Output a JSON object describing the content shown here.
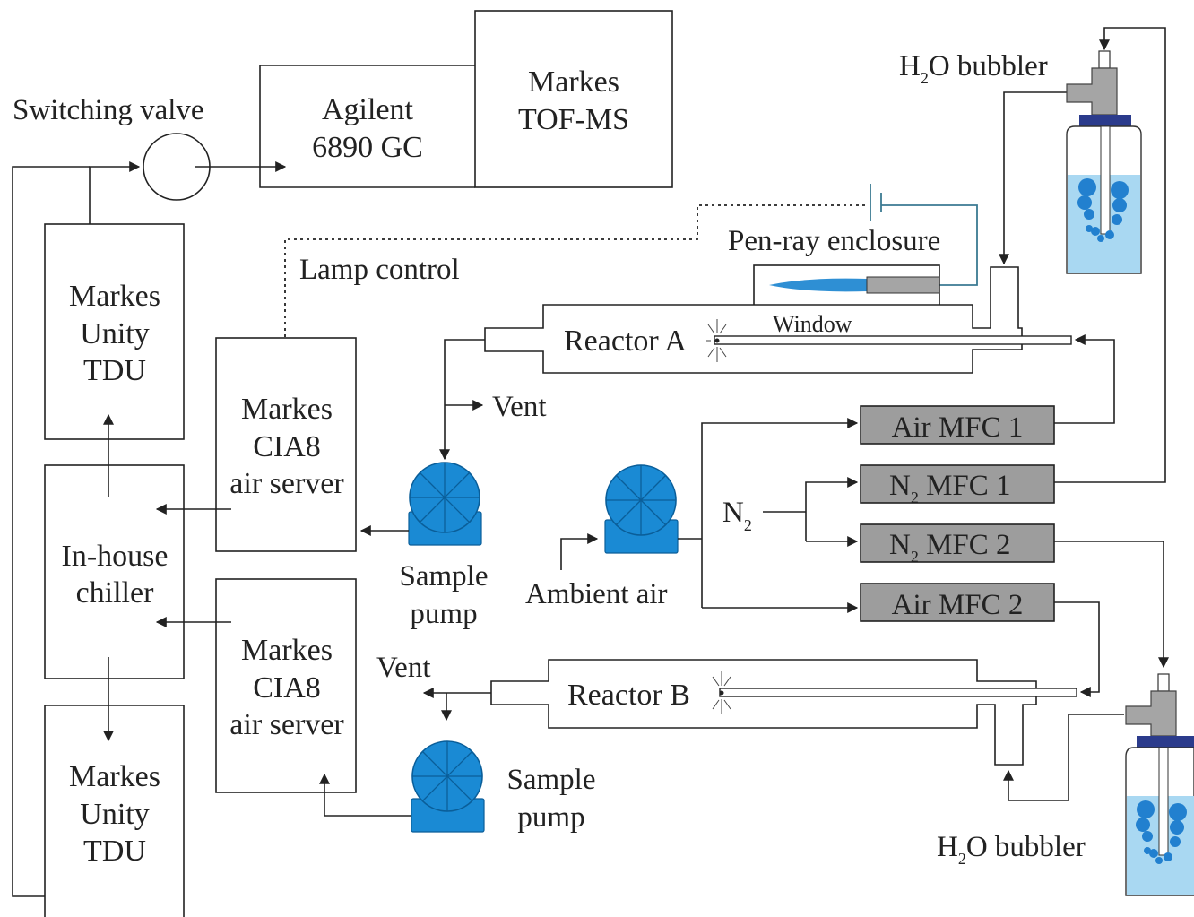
{
  "labels": {
    "switching_valve": "Switching valve",
    "gc_line1": "Agilent",
    "gc_line2": "6890 GC",
    "ms_line1": "Markes",
    "ms_line2": "TOF-MS",
    "h2o_prefix": "H",
    "h2o_sub": "2",
    "h2o_suffix": "O bubbler",
    "pen_ray": "Pen-ray enclosure",
    "lamp_control": "Lamp control",
    "window": "Window",
    "reactor_a": "Reactor A",
    "reactor_b": "Reactor B",
    "tdu_line1": "Markes",
    "tdu_line2": "Unity",
    "tdu_line3": "TDU",
    "cia_line1": "Markes",
    "cia_line2": "CIA8",
    "cia_line3": "air server",
    "chiller_line1": "In-house",
    "chiller_line2": "chiller",
    "vent": "Vent",
    "sample_pump_line1": "Sample",
    "sample_pump_line2": "pump",
    "ambient_air": "Ambient air",
    "n2_prefix": "N",
    "n2_sub": "2",
    "air_mfc_1": "Air MFC 1",
    "air_mfc_2": "Air MFC 2",
    "n2_mfc_suffix_1": " MFC 1",
    "n2_mfc_suffix_2": " MFC 2"
  },
  "colors": {
    "line": "#222222",
    "pump_blue": "#1a8ad4",
    "pump_dark": "#0a5e99",
    "mfc_fill": "#9d9d9d",
    "water": "#a9d8f2",
    "bubble": "#2280cf",
    "cap": "#2b3b8c",
    "lamp_wire": "#3b7a92",
    "lamp_glow": "#2e8fd4",
    "fitting": "#a5a5a5"
  }
}
